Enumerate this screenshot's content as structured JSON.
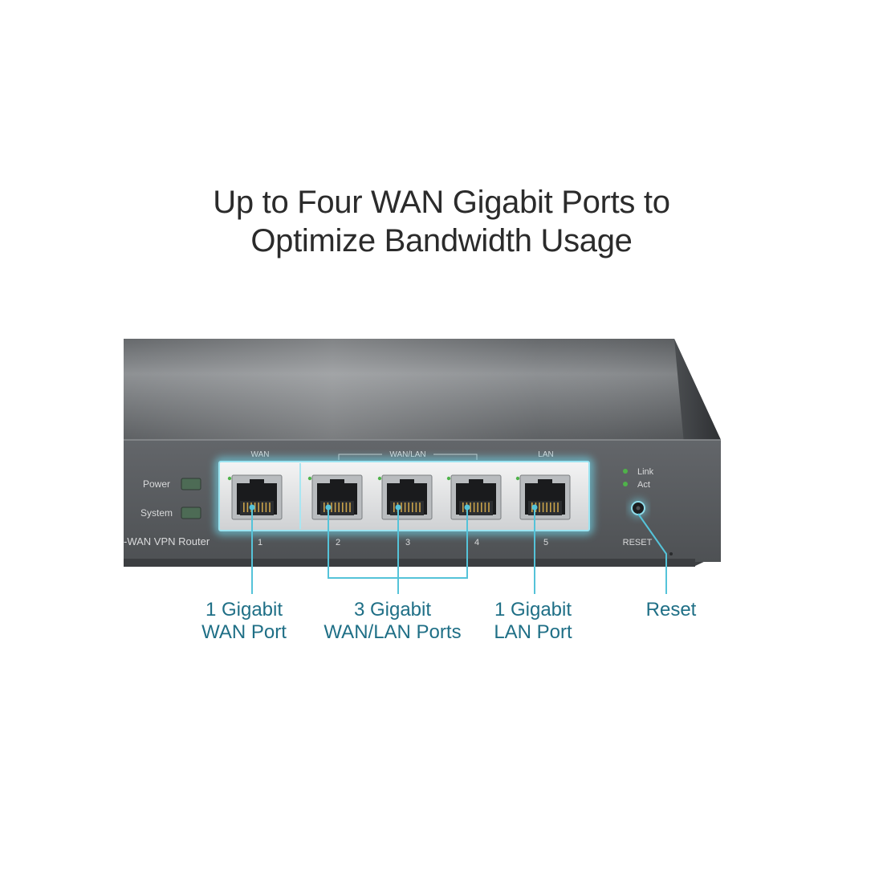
{
  "headline": {
    "line1": "Up to Four WAN Gigabit Ports to",
    "line2": "Optimize Bandwidth Usage"
  },
  "device": {
    "model_label": "-WAN VPN Router",
    "indicators": [
      {
        "label": "Power"
      },
      {
        "label": "System"
      }
    ],
    "port_groups": [
      {
        "label": "WAN"
      },
      {
        "label": "WAN/LAN"
      },
      {
        "label": "LAN"
      }
    ],
    "ports": [
      {
        "number": "1"
      },
      {
        "number": "2"
      },
      {
        "number": "3"
      },
      {
        "number": "4"
      },
      {
        "number": "5"
      }
    ],
    "status_leds": [
      {
        "label": "Link"
      },
      {
        "label": "Act"
      }
    ],
    "reset_label": "RESET"
  },
  "callouts": [
    {
      "line1": "1 Gigabit",
      "line2": "WAN Port"
    },
    {
      "line1": "3 Gigabit",
      "line2": "WAN/LAN Ports"
    },
    {
      "line1": "1 Gigabit",
      "line2": "LAN Port"
    },
    {
      "line1": "Reset",
      "line2": ""
    }
  ],
  "colors": {
    "callout_text": "#1f6f86",
    "accent_line": "#55c3d9",
    "led_green": "#4fb24a",
    "chassis": "#5a5d60"
  }
}
